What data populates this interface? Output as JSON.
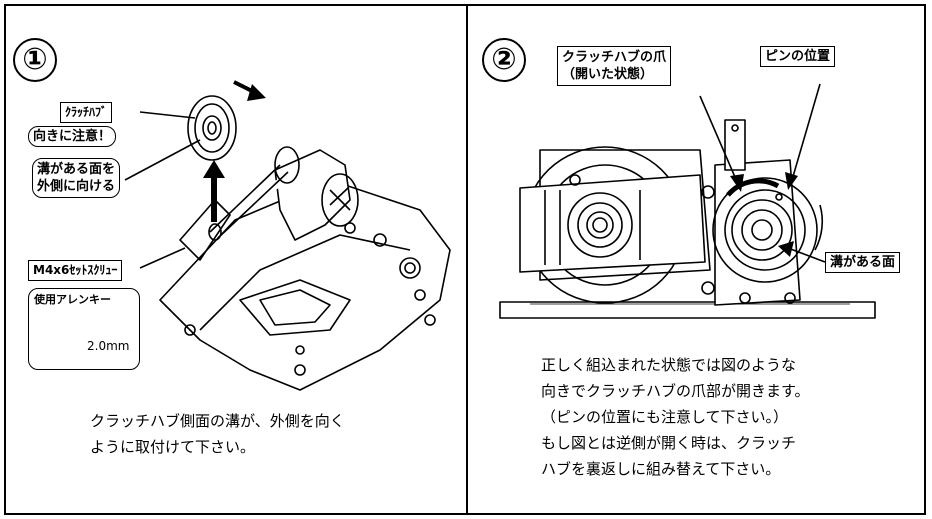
{
  "panel1": {
    "step": "①",
    "labels": {
      "clutch_hub": "ｸﾗｯﾁﾊﾌﾞ",
      "orientation_warning": "向きに注意！",
      "groove_line1": "溝がある面を",
      "groove_line2": "外側に向ける",
      "set_screw": "M4x6ｾｯﾄｽｸﾘｭｰ",
      "hex_key_title": "使用アレンキー",
      "hex_key_size": "2.0mm"
    },
    "caption": {
      "line1": "クラッチハブ側面の溝が、外側を向く",
      "line2": "ように取付けて下さい。"
    }
  },
  "panel2": {
    "step": "②",
    "labels": {
      "claw_line1": "クラッチハブの爪",
      "claw_line2": "（開いた状態）",
      "pin_position": "ピンの位置",
      "groove_face": "溝がある面"
    },
    "caption": {
      "line1": "正しく組込まれた状態では図のような",
      "line2": "向きでクラッチハブの爪部が開きます。",
      "line3": "（ピンの位置にも注意して下さい。）",
      "line4": "もし図とは逆側が開く時は、クラッチ",
      "line5": "ハブを裏返しに組み替えて下さい。"
    }
  }
}
